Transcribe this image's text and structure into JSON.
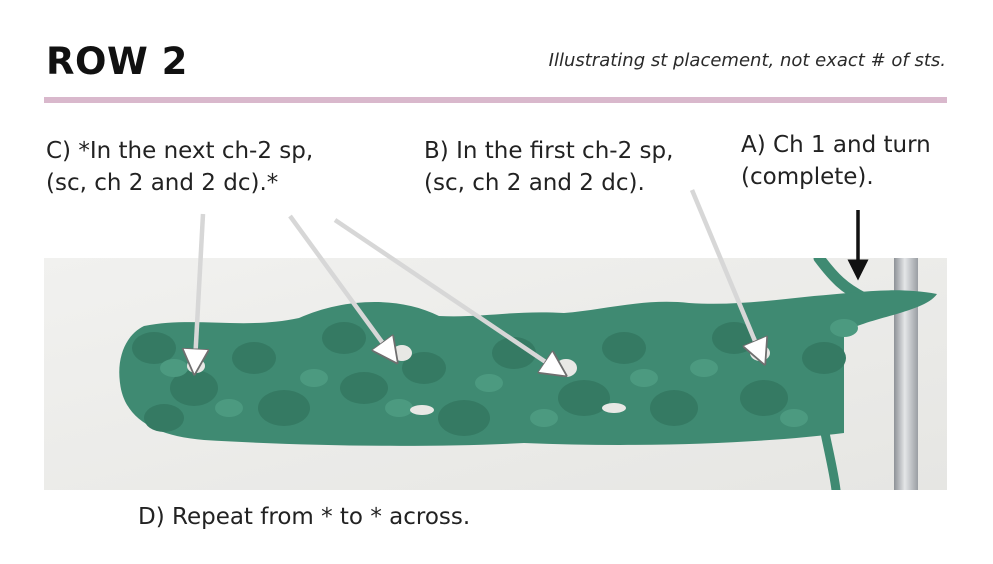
{
  "header": {
    "title": "ROW 2",
    "note": "Illustrating st placement, not exact # of sts."
  },
  "colors": {
    "divider": "#d9b8cc",
    "yarn": "#3f8a72",
    "yarn_dark": "#2f6e59",
    "hook": "#b9bcc0",
    "arrow_white": "#ffffff",
    "arrow_black": "#111111"
  },
  "steps": {
    "c": {
      "line1": "C) *In the next ch-2 sp,",
      "line2": "(sc, ch 2 and 2 dc).*"
    },
    "b": {
      "line1": "B) In the first ch-2 sp,",
      "line2": "(sc, ch 2 and 2 dc)."
    },
    "a": {
      "line1": "A) Ch 1 and turn",
      "line2": "(complete)."
    },
    "d": {
      "line1": "D) Repeat from * to * across."
    }
  }
}
